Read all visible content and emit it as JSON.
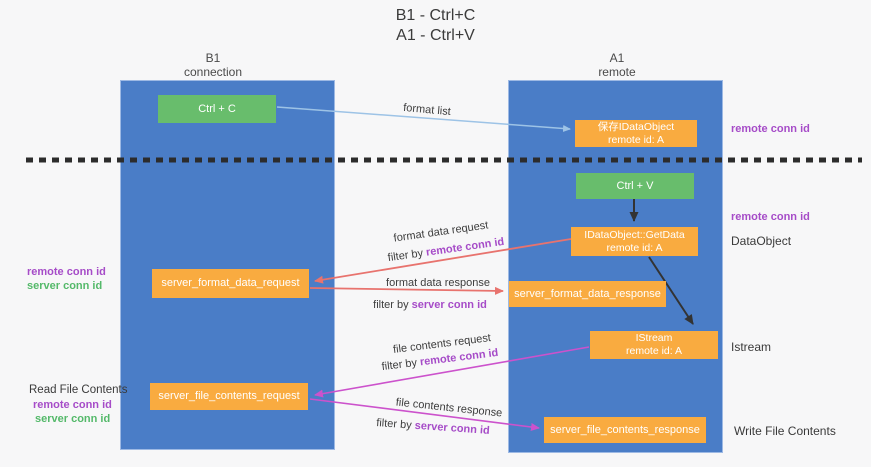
{
  "title": {
    "line1": "B1 - Ctrl+C",
    "line2": "A1 - Ctrl+V"
  },
  "lanes": {
    "b1": {
      "name": "B1",
      "subtitle": "connection"
    },
    "a1": {
      "name": "A1",
      "subtitle": "remote"
    }
  },
  "nodes": {
    "ctrl_c": {
      "label": "Ctrl + C"
    },
    "ctrl_v": {
      "label": "Ctrl + V"
    },
    "saved_dataobject": {
      "line1": "保存IDataObject",
      "line2": "remote id: A"
    },
    "getdata": {
      "line1": "IDataObject::GetData",
      "line2": "remote id: A"
    },
    "istream": {
      "line1": "IStream",
      "line2": "remote id: A"
    },
    "format_request": {
      "label": "server_format_data_request"
    },
    "format_response": {
      "label": "server_format_data_response"
    },
    "file_request": {
      "label": "server_file_contents_request"
    },
    "file_response": {
      "label": "server_file_contents_response"
    }
  },
  "edge_labels": {
    "format_list": "format list",
    "format_data_request": "format data request",
    "format_data_response": "format data response",
    "file_contents_request": "file contents request",
    "file_contents_response": "file contents response",
    "filter_prefix": "filter by ",
    "remote_conn_id": "remote conn id",
    "server_conn_id": "server conn id"
  },
  "annotations": {
    "right": {
      "remote_conn_id_top": "remote conn id",
      "remote_conn_id_mid": "remote conn id",
      "dataobject": "DataObject",
      "istream": "Istream",
      "write_file_contents": "Write File Contents"
    },
    "left": {
      "remote_conn_id": "remote conn id",
      "server_conn_id": "server conn id",
      "read_file_contents": "Read File Contents",
      "remote_conn_id_2": "remote conn id",
      "server_conn_id_2": "server conn id"
    }
  },
  "colors": {
    "lane_blue": "#4a7dc7",
    "node_green": "#68bd6c",
    "node_orange": "#f9ab40",
    "purple_label": "#a64cc8",
    "green_label": "#54b96a",
    "red_arrow": "#e8736e",
    "magenta_arrow": "#cc52cc",
    "lightblue_arrow": "#9dc3e6",
    "black_arrow": "#333333",
    "dashed_divider": "#2c2c2c",
    "background": "#f7f7f8"
  }
}
